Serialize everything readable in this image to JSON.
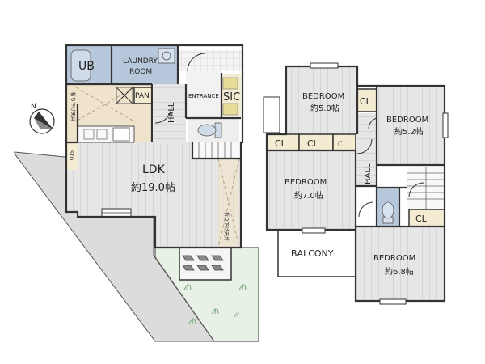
{
  "floor1": {
    "ub": "UB",
    "laundry_line1": "LAUNDRY",
    "laundry_line2": "ROOM",
    "pan": "PAN",
    "hall": "HALL",
    "entrance": "ENTRANCE",
    "sic": "SIC",
    "ldk_name": "LDK",
    "ldk_size": "約19.0帖",
    "dropped_ceiling_left": "折り下げ天井",
    "dropped_ceiling_right": "折り下げ天井",
    "sto": "STO"
  },
  "floor2": {
    "bedroom_a_name": "BEDROOM",
    "bedroom_a_size": "約5.0帖",
    "bedroom_b_name": "BEDROOM",
    "bedroom_b_size": "約5.2帖",
    "bedroom_c_name": "BEDROOM",
    "bedroom_c_size": "約7.0帖",
    "bedroom_d_name": "BEDROOM",
    "bedroom_d_size": "約6.8帖",
    "cl_1": "CL",
    "cl_2": "CL",
    "cl_3": "CL",
    "cl_4": "CL",
    "cl_5": "CL",
    "hall": "HALL",
    "balcony": "BALCONY"
  },
  "colors": {
    "wall": "#333333",
    "wet_area": "#b8c8dc",
    "kitchen": "#efe3cc",
    "closet": "#f3ecd2",
    "garden": "#e8f1e6",
    "triangle": "#dcdcdc",
    "floor": "#e4e4e4"
  },
  "icons": {
    "north": "north-compass-icon",
    "toilet": "toilet-icon",
    "stairs": "stairs-icon",
    "plant": "plant-icon"
  }
}
